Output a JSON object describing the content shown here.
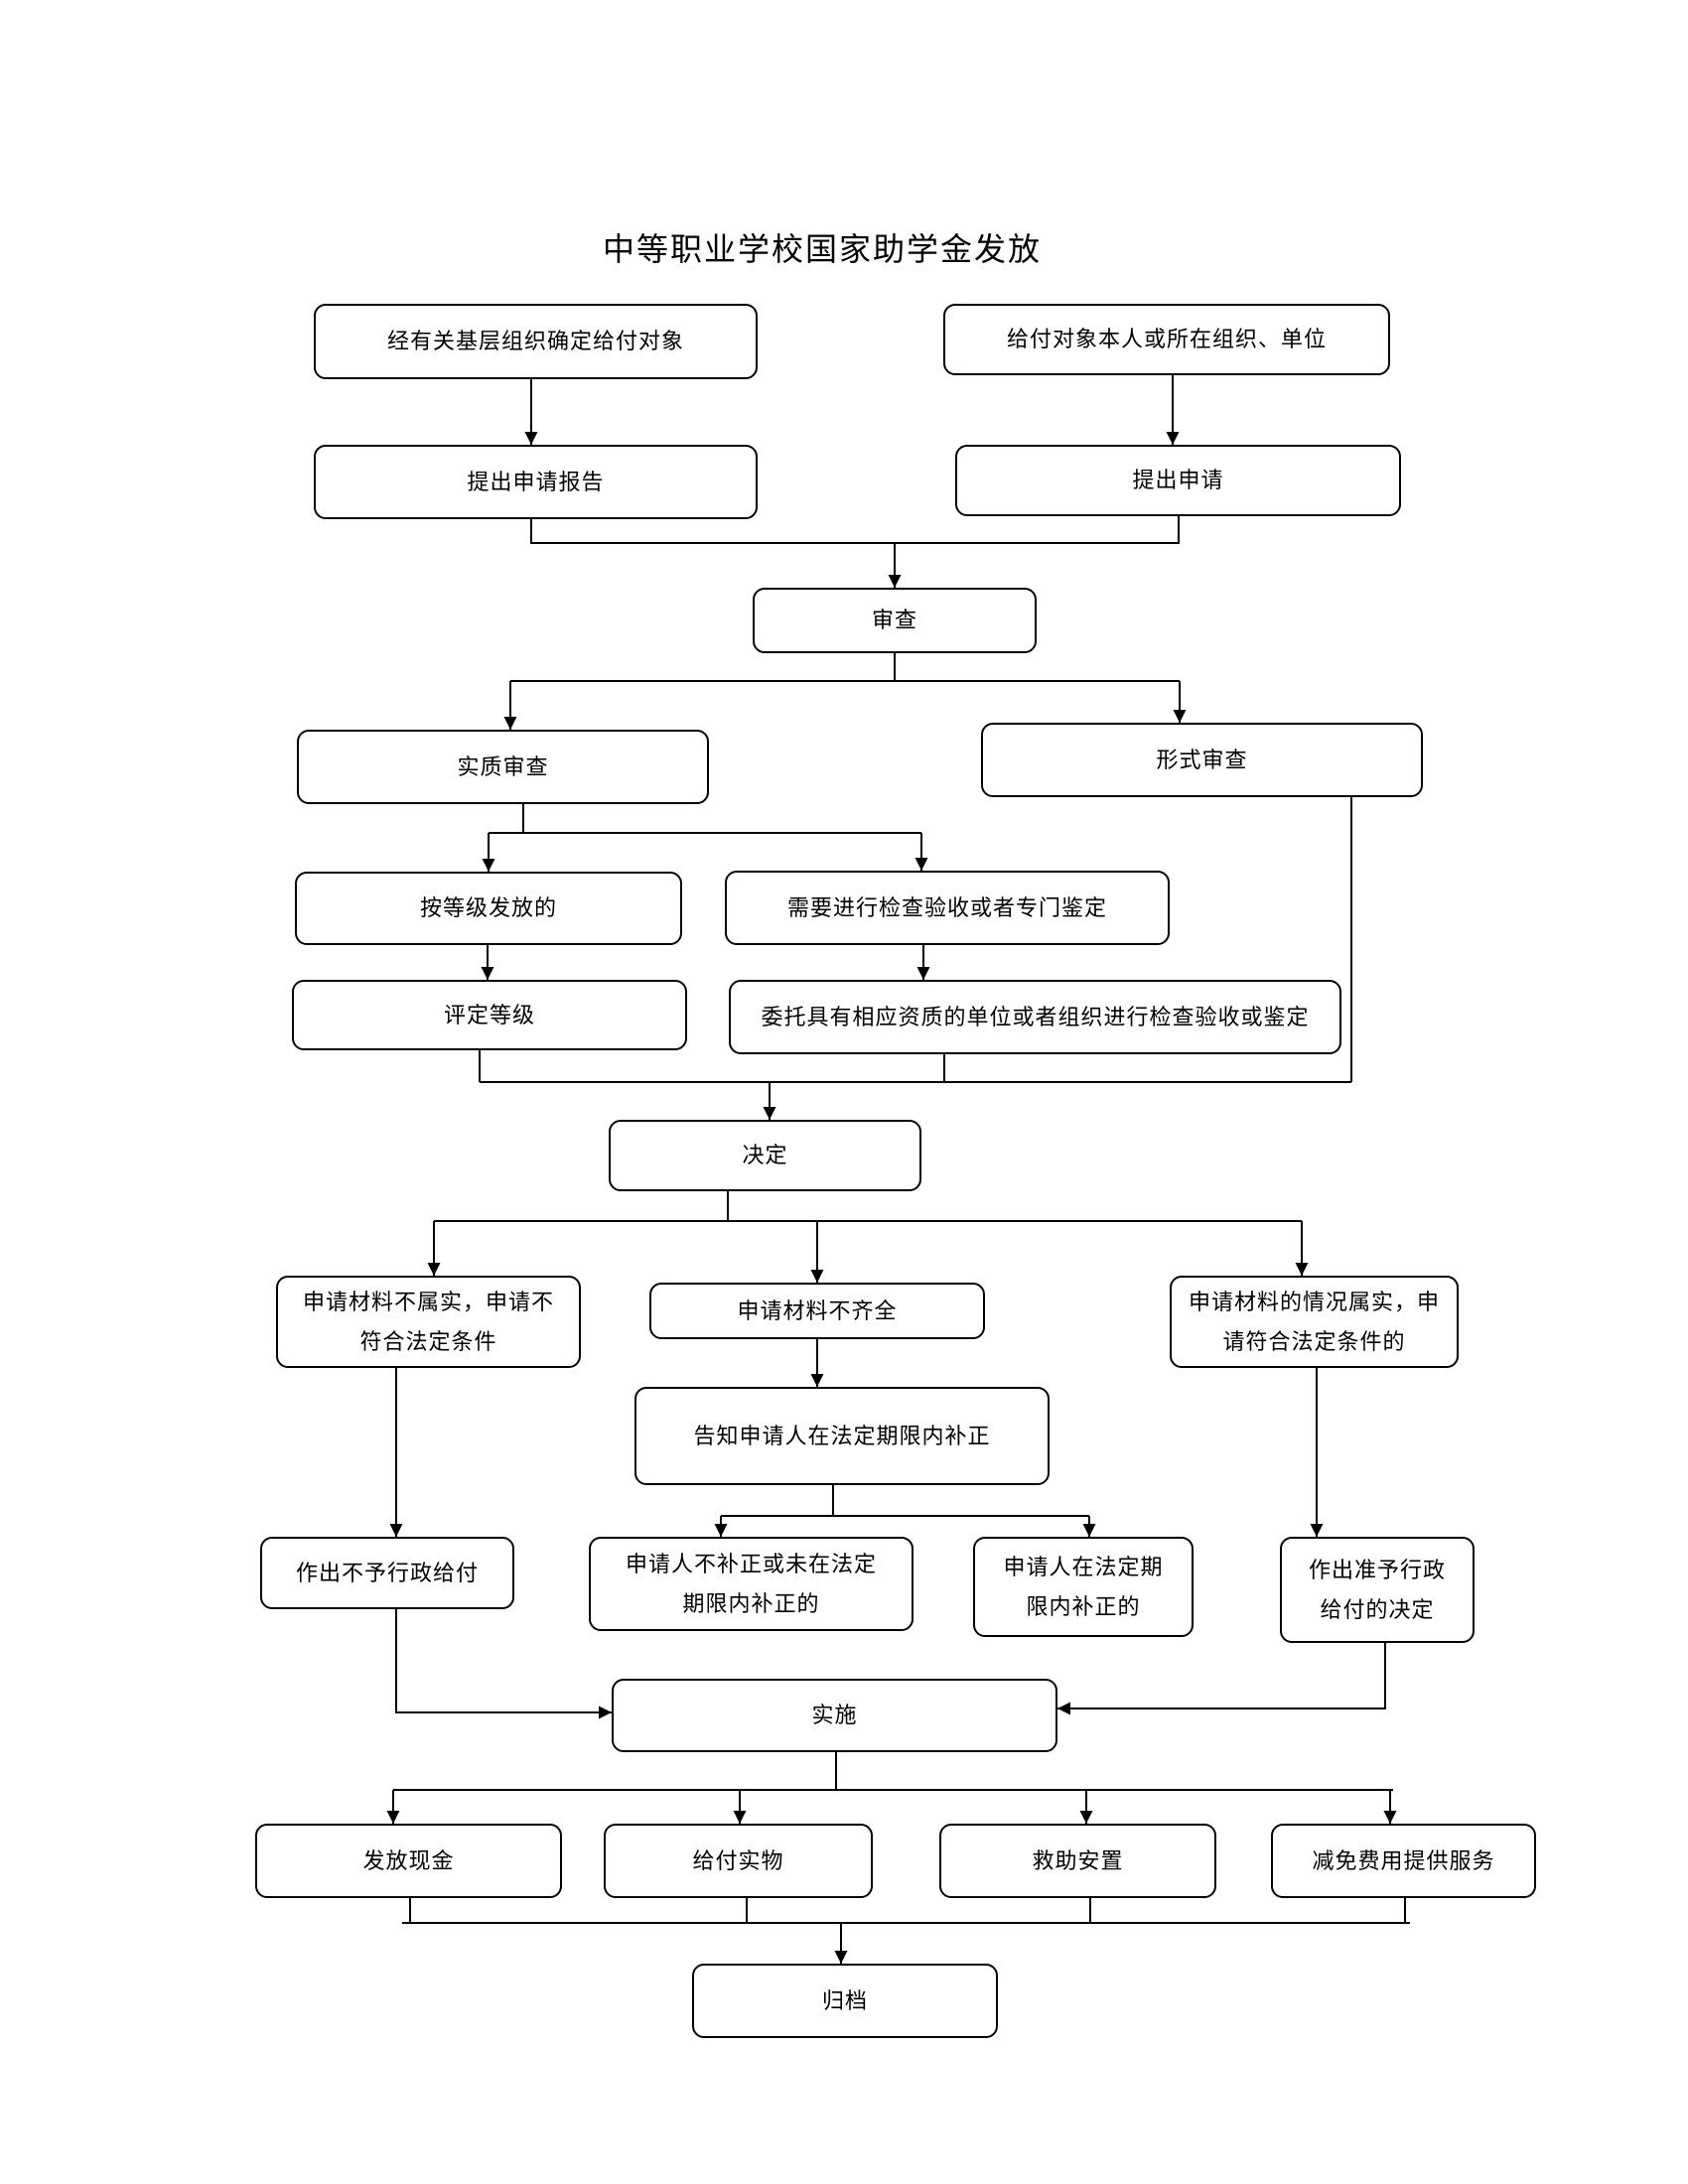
{
  "title": "中等职业学校国家助学金发放",
  "colors": {
    "line": "#000000",
    "background": "#ffffff"
  },
  "nodes": [
    {
      "id": "basic-org-determines-target",
      "label": "经有关基层组织确定给付对象"
    },
    {
      "id": "applicant-or-org",
      "label": "给付对象本人或所在组织、单位"
    },
    {
      "id": "submit-application-report",
      "label": "提出申请报告"
    },
    {
      "id": "submit-application",
      "label": "提出申请"
    },
    {
      "id": "review",
      "label": "审查"
    },
    {
      "id": "substantive-review",
      "label": "实质审查"
    },
    {
      "id": "formal-review",
      "label": "形式审查"
    },
    {
      "id": "grade-based-distribution",
      "label": "按等级发放的"
    },
    {
      "id": "inspection-needed",
      "label": "需要进行检查验收或者专门鉴定"
    },
    {
      "id": "grade-assessment",
      "label": "评定等级"
    },
    {
      "id": "entrust-inspection",
      "label": "委托具有相应资质的单位或者组织进行检查验收或鉴定"
    },
    {
      "id": "decision",
      "label": "决定"
    },
    {
      "id": "materials-untrue",
      "label": "申请材料不属实，申请不\n符合法定条件"
    },
    {
      "id": "materials-incomplete",
      "label": "申请材料不齐全"
    },
    {
      "id": "materials-true",
      "label": "申请材料的情况属实，申\n请符合法定条件的"
    },
    {
      "id": "notify-correction",
      "label": "告知申请人在法定期限内补正"
    },
    {
      "id": "deny-administrative-payment",
      "label": "作出不予行政给付"
    },
    {
      "id": "no-correction-in-time",
      "label": "申请人不补正或未在法定\n期限内补正的"
    },
    {
      "id": "corrected-in-time",
      "label": "申请人在法定期\n限内补正的"
    },
    {
      "id": "approve-administrative-payment",
      "label": "作出准予行政\n给付的决定"
    },
    {
      "id": "implementation",
      "label": "实施"
    },
    {
      "id": "cash-payment",
      "label": "发放现金"
    },
    {
      "id": "in-kind-payment",
      "label": "给付实物"
    },
    {
      "id": "relief-placement",
      "label": "救助安置"
    },
    {
      "id": "fee-reduction-service",
      "label": "减免费用提供服务"
    },
    {
      "id": "archive",
      "label": "归档"
    }
  ]
}
